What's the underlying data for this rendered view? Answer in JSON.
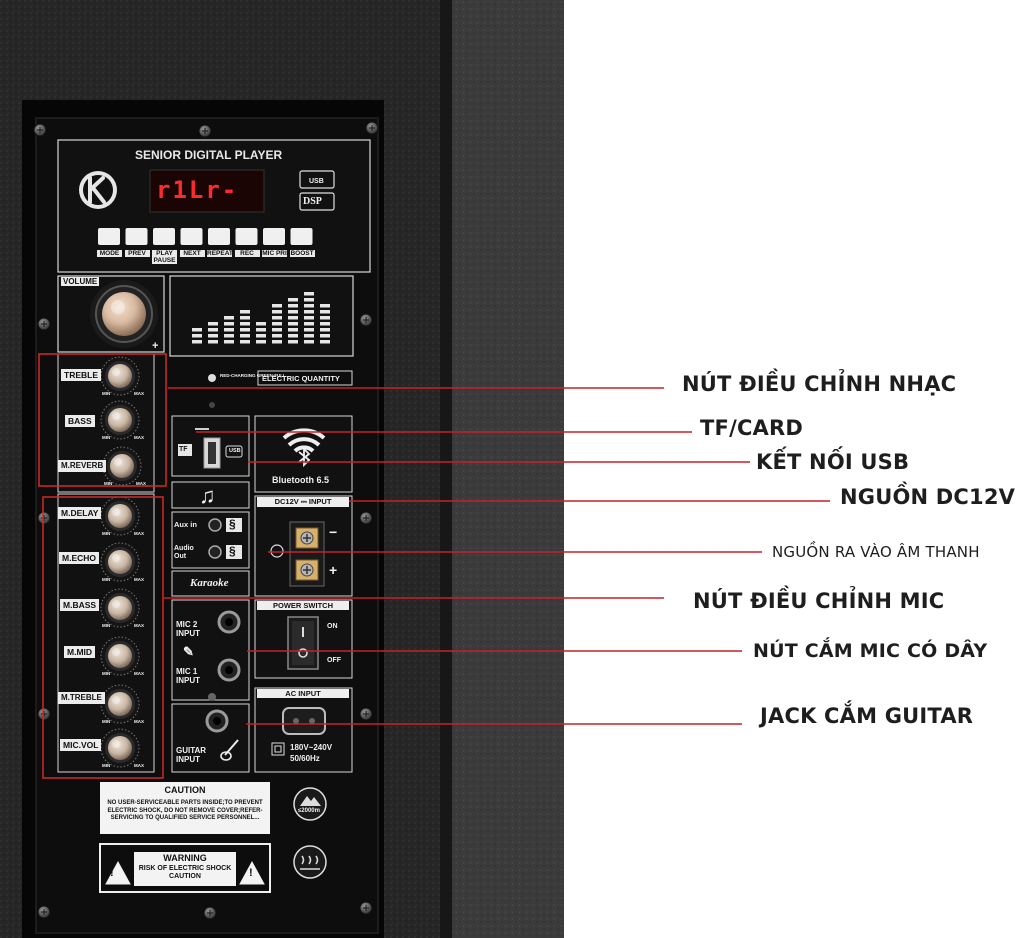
{
  "panel": {
    "title": "SENIOR DIGITAL PLAYER",
    "display_text": "r1Lr-",
    "usb_badge": "USB",
    "dsp_badge": "DSP",
    "buttons": [
      "MODE",
      "PREV",
      "PLAY PAUSE",
      "NEXT",
      "REPEAT",
      "REC",
      "MIC PRI",
      "BOOST"
    ],
    "volume_label": "VOLUME",
    "music_knobs": [
      "TREBLE",
      "BASS",
      "M.REVERB"
    ],
    "mic_knobs": [
      "M.DELAY",
      "M.ECHO",
      "M.BASS",
      "M.MID",
      "M.TREBLE",
      "MIC.VOL"
    ],
    "knob_min": "MIN",
    "knob_max": "MAX",
    "charge_legend": "RED-CHARGING GREEN-FULL",
    "electric_quantity": "ELECTRIC QUANTITY",
    "tf_label": "TF",
    "usb_port_label": "USB",
    "bluetooth_label": "Bluetooth 6.5",
    "aux_in": "Aux in",
    "audio_out": "Audio Out",
    "karaoke": "Karaoke",
    "dc_input": "DC12V ⎓ INPUT",
    "minus": "−",
    "plus": "+",
    "mic2_input": "MIC 2 INPUT",
    "mic1_input": "MIC 1 INPUT",
    "power_switch": "POWER SWITCH",
    "switch_on": "ON",
    "switch_off": "OFF",
    "guitar_input": "GUITAR INPUT",
    "ac_input": "AC INPUT",
    "ac_voltage": "180V~240V",
    "ac_freq": "50/60Hz",
    "caution_title": "CAUTION",
    "caution_text": "NO USER-SERVICEABLE PARTS INSIDE;TO PREVENT ELECTRIC SHOCK, DO NOT REMOVE COVER;REFER-SERVICING TO QUALIFIED SERVICE PERSONNEL...",
    "warning_title": "WARNING",
    "warning_text": "RISK OF ELECTRIC SHOCK CAUTION",
    "altitude_badge": "≤2000m"
  },
  "callouts": [
    "NÚT ĐIỀU CHỈNH NHẠC",
    "TF/CARD",
    "KẾT NỐI USB",
    "NGUỒN DC12V",
    "NGUỒN RA VÀO ÂM THANH",
    "NÚT ĐIỀU CHỈNH MIC",
    "NÚT CẮM MIC CÓ DÂY",
    "JACK CẮM GUITAR"
  ],
  "colors": {
    "callout_line": "#c8202a",
    "highlight_box": "#d42a2a",
    "panel_bg": "#0c0c0c",
    "cabinet": "#2a2a2a",
    "led_red": "#ff2a2a"
  }
}
